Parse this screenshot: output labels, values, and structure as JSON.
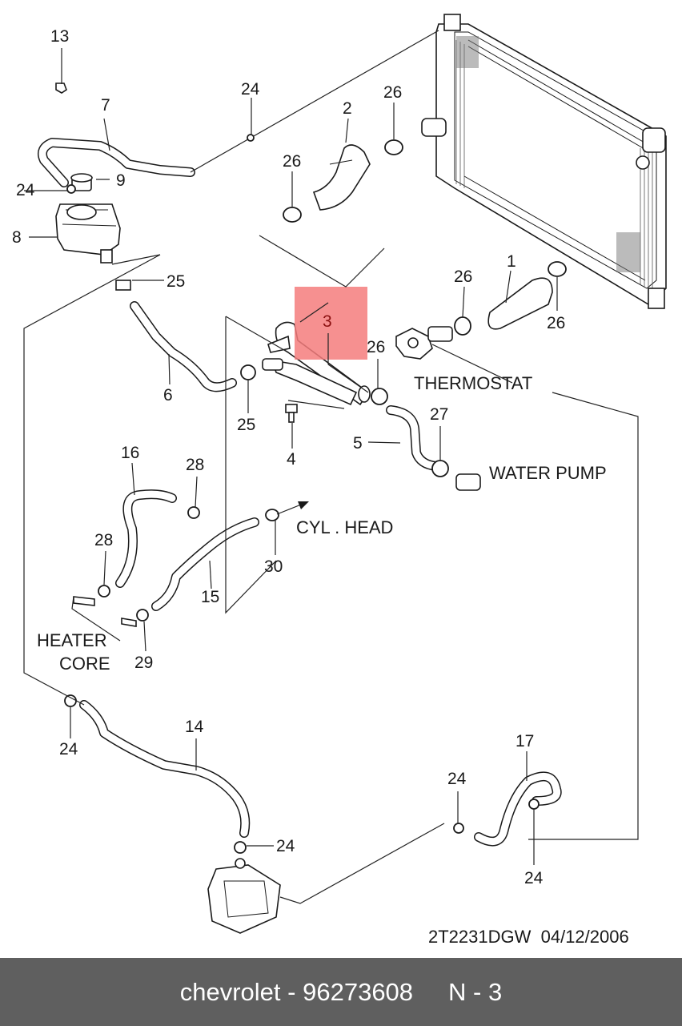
{
  "diagram": {
    "callouts": [
      "1",
      "2",
      "3",
      "4",
      "5",
      "6",
      "7",
      "8",
      "9",
      "13",
      "14",
      "15",
      "16",
      "17",
      "24",
      "25",
      "26",
      "27",
      "28",
      "29",
      "30"
    ],
    "labels": {
      "thermostat": "THERMOSTAT",
      "water_pump": "WATER PUMP",
      "cyl_head": "CYL . HEAD",
      "heater_core_1": "HEATER",
      "heater_core_2": "CORE"
    },
    "drawing_code": "2T2231DGW  04/12/2006",
    "highlight_color": "#f47c7c"
  },
  "footer": {
    "brand": "chevrolet",
    "separator": " - ",
    "part_number": "96273608",
    "ref": "N - 3",
    "background": "#5f5f5f"
  }
}
